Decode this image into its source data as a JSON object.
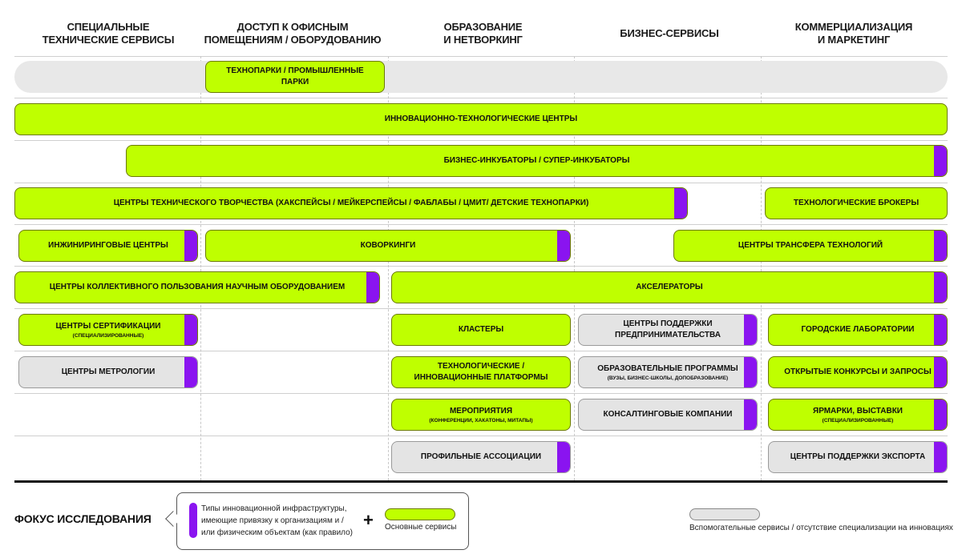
{
  "columns": [
    "СПЕЦИАЛЬНЫЕ\nТЕХНИЧЕСКИЕ СЕРВИСЫ",
    "ДОСТУП К ОФИСНЫМ\nПОМЕЩЕНИЯМ / ОБОРУДОВАНИЮ",
    "ОБРАЗОВАНИЕ\nИ НЕТВОРКИНГ",
    "БИЗНЕС-СЕРВИСЫ",
    "КОММЕРЦИАЛИЗАЦИЯ\nИ МАРКЕТИНГ"
  ],
  "items": {
    "technoparks": "ТЕХНОПАРКИ / ПРОМЫШЛЕННЫЕ ПАРКИ",
    "itc": "ИННОВАЦИОННО-ТЕХНОЛОГИЧЕСКИЕ ЦЕНТРЫ",
    "incubators": "БИЗНЕС-ИНКУБАТОРЫ / СУПЕР-ИНКУБАТОРЫ",
    "tech_creativity": "ЦЕНТРЫ ТЕХНИЧЕСКОГО ТВОРЧЕСТВА (ХАКСПЕЙСЫ / МЕЙКЕРСПЕЙСЫ / ФАБЛАБЫ / ЦМИТ/ ДЕТСКИЕ ТЕХНОПАРКИ)",
    "tech_brokers": "ТЕХНОЛОГИЧЕСКИЕ БРОКЕРЫ",
    "engineering": "ИНЖИНИРИНГОВЫЕ ЦЕНТРЫ",
    "coworking": "КОВОРКИНГИ",
    "tech_transfer": "ЦЕНТРЫ ТРАНСФЕРА ТЕХНОЛОГИЙ",
    "shared_equipment": "ЦЕНТРЫ КОЛЛЕКТИВНОГО ПОЛЬЗОВАНИЯ НАУЧНЫМ ОБОРУДОВАНИЕМ",
    "accelerators": "АКСЕЛЕРАТОРЫ",
    "certification": "ЦЕНТРЫ СЕРТИФИКАЦИИ",
    "certification_sub": "(СПЕЦИАЛИЗИРОВАННЫЕ)",
    "clusters": "КЛАСТЕРЫ",
    "entrepreneurship": "ЦЕНТРЫ ПОДДЕРЖКИ\nПРЕДПРИНИМАТЕЛЬСТВА",
    "city_labs": "ГОРОДСКИЕ ЛАБОРАТОРИИ",
    "metrology": "ЦЕНТРЫ МЕТРОЛОГИИ",
    "platforms": "ТЕХНОЛОГИЧЕСКИЕ /\nИННОВАЦИОННЫЕ ПЛАТФОРМЫ",
    "edu_programs": "ОБРАЗОВАТЕЛЬНЫЕ ПРОГРАММЫ",
    "edu_programs_sub": "(ВУЗЫ, БИЗНЕС-ШКОЛЫ, ДОПОБРАЗОВАНИЕ)",
    "open_contests": "ОТКРЫТЫЕ КОНКУРСЫ И ЗАПРОСЫ",
    "events": "МЕРОПРИЯТИЯ",
    "events_sub": "(КОНФЕРЕНЦИИ, ХАКАТОНЫ, МИТАПЫ)",
    "consulting": "КОНСАЛТИНГОВЫЕ КОМПАНИИ",
    "fairs": "ЯРМАРКИ, ВЫСТАВКИ",
    "fairs_sub": "(СПЕЦИАЛИЗИРОВАННЫЕ)",
    "associations": "ПРОФИЛЬНЫЕ АССОЦИАЦИИ",
    "export": "ЦЕНТРЫ ПОДДЕРЖКИ ЭКСПОРТА"
  },
  "legend": {
    "title": "ФОКУС ИССЛЕДОВАНИЯ",
    "purple_text": "Типы инновационной инфраструктуры, имеющие привязку к организациям и / или физическим объектам (как правило)",
    "plus": "+",
    "green_text": "Основные сервисы",
    "gray_text": "Вспомогательные сервисы / отсутствие специализации на инновациях"
  },
  "colors": {
    "main": "#bfff00",
    "auxiliary": "#e4e4e4",
    "physical": "#8a14f0"
  }
}
